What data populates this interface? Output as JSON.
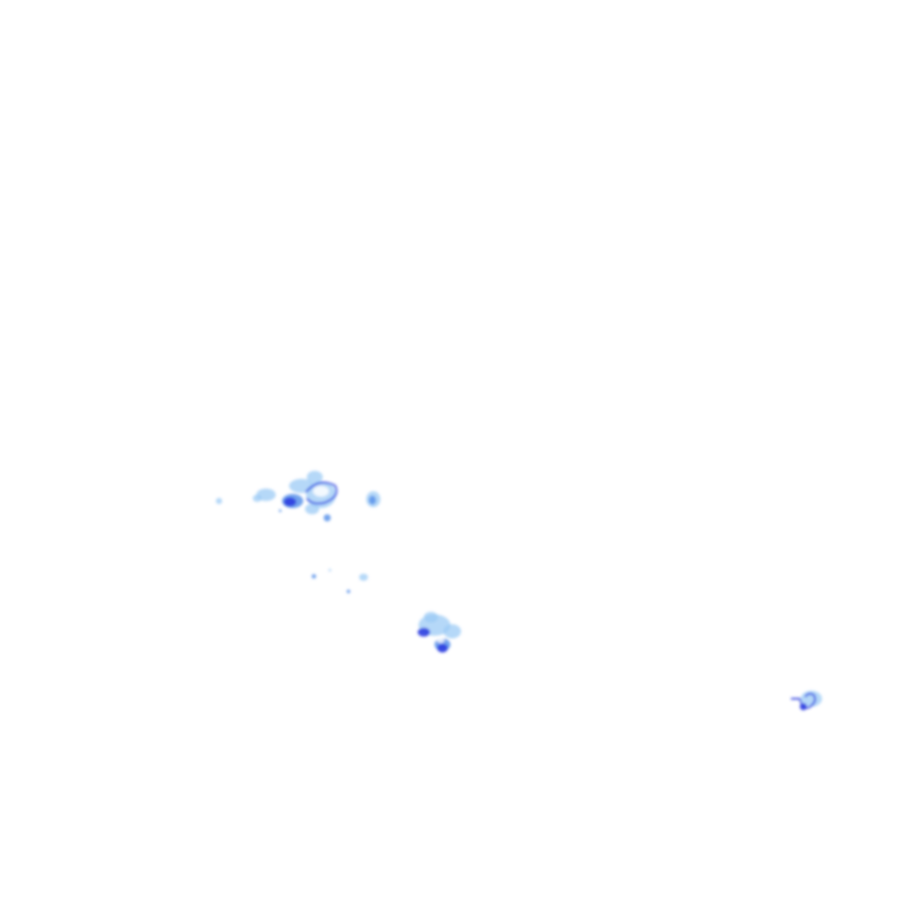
{
  "map": {
    "type": "precipitation-radar-overlay",
    "background_color": "#ffffff",
    "intensity_palette": {
      "light": "#9ccbf5",
      "moderate": "#5a93ea",
      "heavy": "#2f3fe0"
    },
    "cells": [
      {
        "id": "cell-1",
        "intensity": "light"
      },
      {
        "id": "cell-2",
        "intensity": "heavy"
      },
      {
        "id": "cell-3",
        "intensity": "moderate"
      },
      {
        "id": "cell-4",
        "intensity": "light"
      },
      {
        "id": "cell-5",
        "intensity": "heavy"
      },
      {
        "id": "cell-6",
        "intensity": "heavy"
      }
    ]
  }
}
